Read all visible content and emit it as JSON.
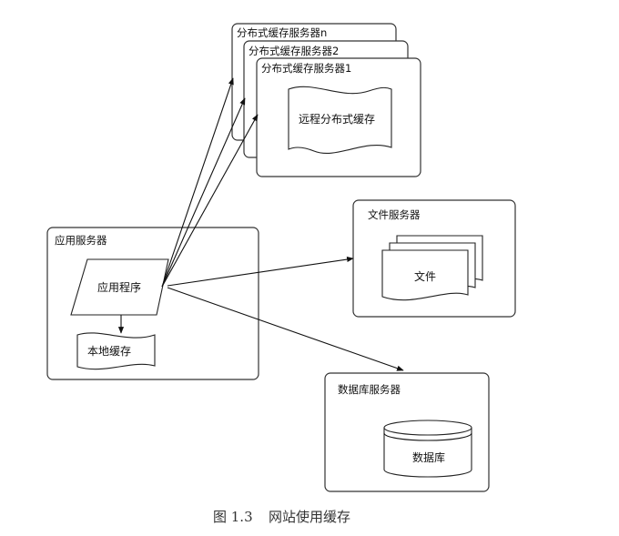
{
  "caption": {
    "figure_number": "图 1.3",
    "title": "网站使用缓存"
  },
  "app_server": {
    "title": "应用服务器",
    "program": "应用程序",
    "local_cache": "本地缓存"
  },
  "cache_servers": {
    "titles": [
      "分布式缓存服务器n",
      "分布式缓存服务器2",
      "分布式缓存服务器1"
    ],
    "content": "远程分布式缓存"
  },
  "file_server": {
    "title": "文件服务器",
    "content": "文件"
  },
  "db_server": {
    "title": "数据库服务器",
    "content": "数据库"
  }
}
